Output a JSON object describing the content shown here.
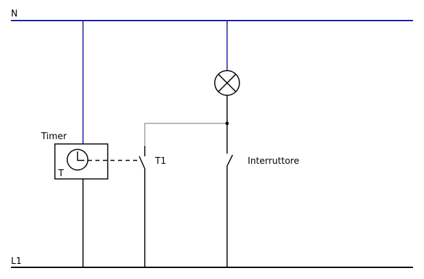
{
  "diagram": {
    "title": "Timer lighting circuit",
    "colors": {
      "neutral": "#1a1aa6",
      "line": "#000000",
      "control": "#a0a0a0",
      "background": "#ffffff"
    },
    "labels": {
      "neutral": "N",
      "phase": "L1",
      "timer_title": "Timer",
      "timer_symbol": "T",
      "timer_contact": "T1",
      "switch": "Interruttore"
    },
    "components": [
      {
        "id": "timer",
        "type": "timer-with-clock",
        "label": "Timer",
        "symbol": "T"
      },
      {
        "id": "t1",
        "type": "normally-open-contact",
        "label": "T1",
        "actuated_by": "timer"
      },
      {
        "id": "lamp",
        "type": "lamp"
      },
      {
        "id": "interruttore",
        "type": "switch",
        "label": "Interruttore"
      }
    ]
  }
}
